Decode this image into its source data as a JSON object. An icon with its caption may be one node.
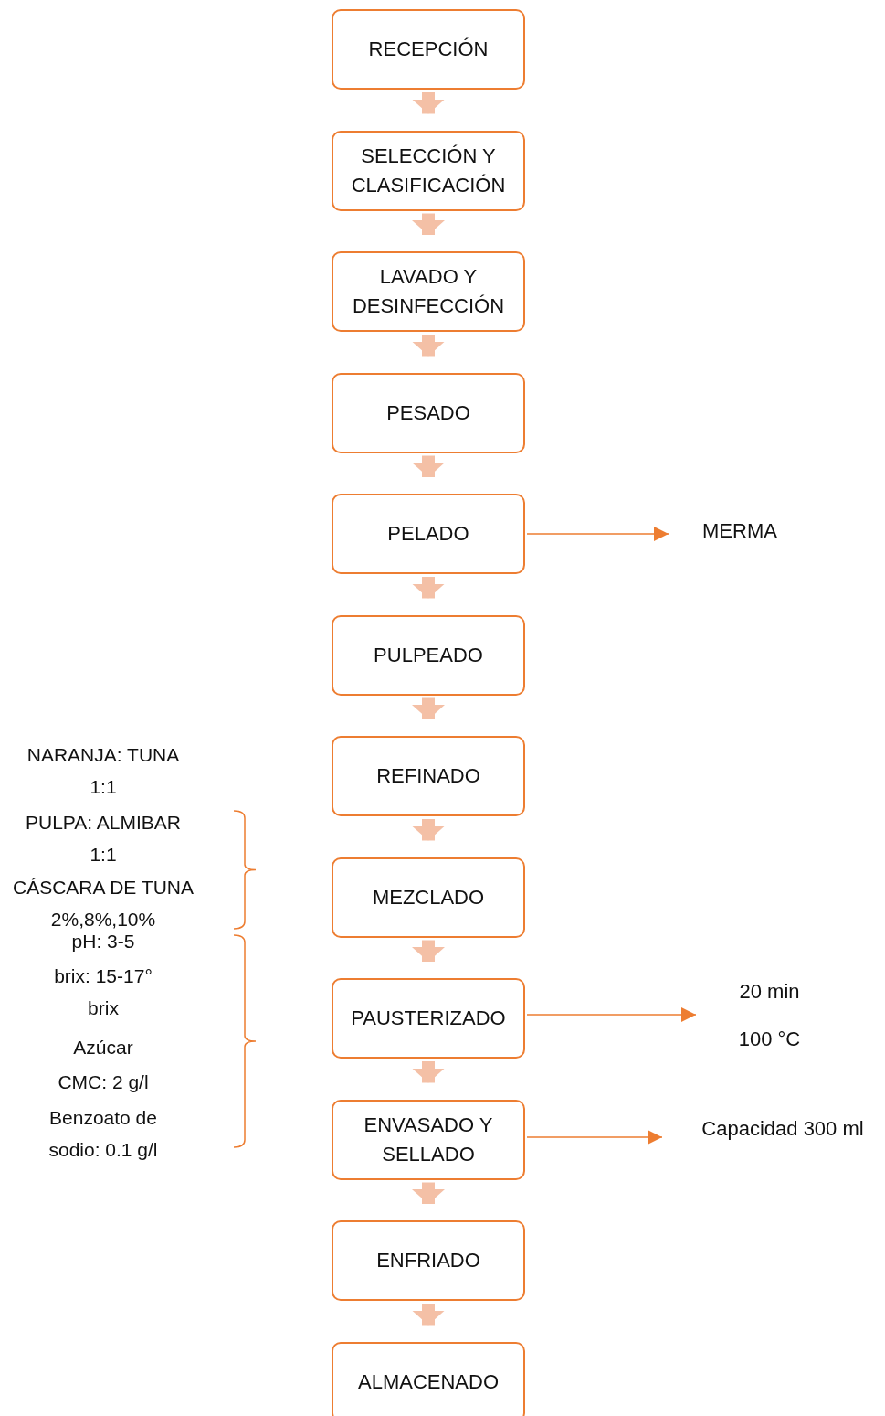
{
  "diagram": {
    "nodes": [
      {
        "text": [
          "RECEPCIÓN"
        ]
      },
      {
        "text": [
          "SELECCIÓN Y CLASIFICACIÓN"
        ]
      },
      {
        "text": [
          "LAVADO Y DESINFECCIÓN"
        ]
      },
      {
        "text": [
          "PESADO"
        ]
      },
      {
        "text": [
          "PELADO"
        ]
      },
      {
        "text": [
          "PULPEADO"
        ]
      },
      {
        "text": [
          "REFINADO"
        ]
      },
      {
        "text": [
          "MEZCLADO"
        ]
      },
      {
        "text": [
          "PAUSTERIZADO"
        ]
      },
      {
        "text": [
          "ENVASADO Y SELLADO"
        ]
      },
      {
        "text": [
          "ENFRIADO"
        ]
      },
      {
        "text": [
          "ALMACENADO"
        ]
      },
      {
        "text": [
          "MERMA"
        ]
      },
      {
        "text": [
          "20 min",
          "100 °C"
        ]
      },
      {
        "text": [
          "Capacidad 300 ml"
        ]
      }
    ],
    "edges": [
      {
        "from": 0,
        "to": 1,
        "arrow": "to"
      },
      {
        "from": 1,
        "to": 2,
        "arrow": "to"
      },
      {
        "from": 2,
        "to": 3,
        "arrow": "to"
      },
      {
        "from": 3,
        "to": 4,
        "arrow": "to"
      },
      {
        "from": 4,
        "to": 5,
        "arrow": "to"
      },
      {
        "from": 5,
        "to": 6,
        "arrow": "to"
      },
      {
        "from": 6,
        "to": 7,
        "arrow": "to"
      },
      {
        "from": 7,
        "to": 8,
        "arrow": "to"
      },
      {
        "from": 8,
        "to": 9,
        "arrow": "to"
      },
      {
        "from": 9,
        "to": 10,
        "arrow": "to"
      },
      {
        "from": 10,
        "to": 11,
        "arrow": "to"
      },
      {
        "from": 4,
        "to": 12,
        "arrow": "to",
        "color": "#ed7d31"
      },
      {
        "from": 8,
        "to": 13,
        "arrow": "to",
        "color": "#ed7d31"
      },
      {
        "from": 9,
        "to": 14,
        "arrow": "to",
        "color": "#ed7d31"
      }
    ],
    "labels": [
      "NARANJA: TUNA 1:1",
      "PULPA: ALMIBAR 1:1",
      "CÁSCARA DE TUNA 2%,8%,10%",
      "pH: 3-5",
      "brix: 15-17° brix",
      "Azúcar",
      "CMC: 2 g/l",
      "Benzoato de sodio: 0.1 g/l"
    ]
  }
}
